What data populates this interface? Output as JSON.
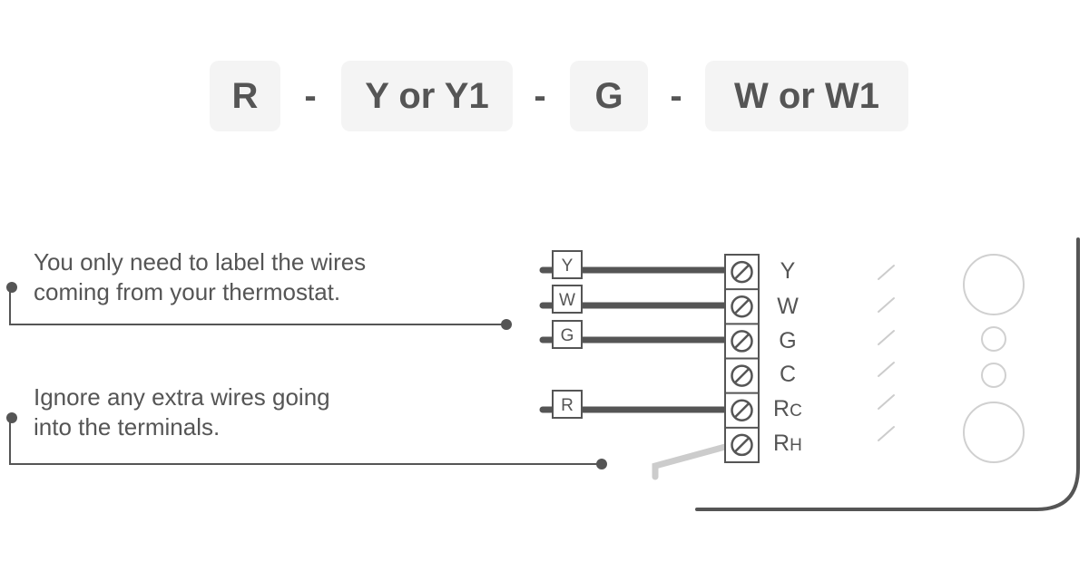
{
  "sequence": [
    {
      "label": "R"
    },
    {
      "sep": "-"
    },
    {
      "label": "Y or Y1"
    },
    {
      "sep": "-"
    },
    {
      "label": "G"
    },
    {
      "sep": "-"
    },
    {
      "label": "W or W1"
    }
  ],
  "notes": {
    "label_wires": {
      "line1": "You only need to label the wires",
      "line2": "coming from your thermostat."
    },
    "ignore_extra": {
      "line1": "Ignore any extra wires going",
      "line2": "into the terminals."
    }
  },
  "wire_tags": [
    "Y",
    "W",
    "G",
    "R"
  ],
  "terminals": [
    {
      "main": "Y",
      "sub": ""
    },
    {
      "main": "W",
      "sub": ""
    },
    {
      "main": "G",
      "sub": ""
    },
    {
      "main": "C",
      "sub": ""
    },
    {
      "main": "R",
      "sub": "C"
    },
    {
      "main": "R",
      "sub": "H"
    }
  ],
  "colors": {
    "wire": "#555555",
    "extra_wire": "#cccccc",
    "chip_bg": "#f4f4f4",
    "text": "#555555"
  }
}
